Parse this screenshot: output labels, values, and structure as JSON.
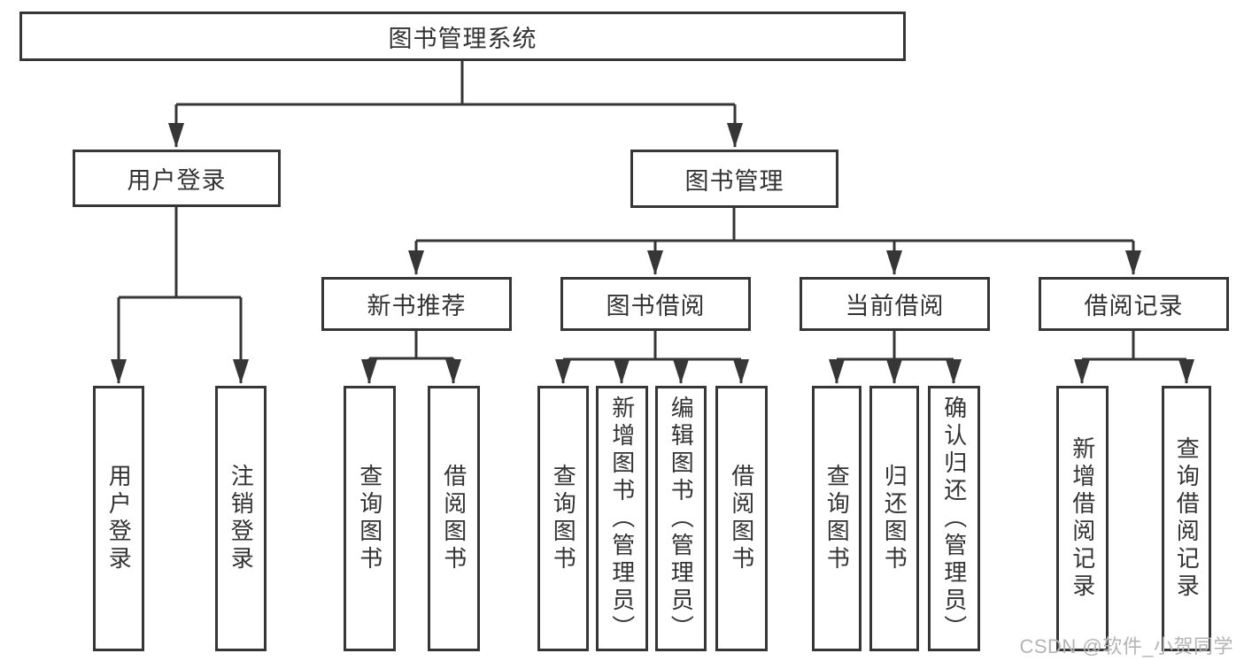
{
  "diagram": {
    "tree": {
      "label": "图书管理系统",
      "children": [
        {
          "label": "用户登录",
          "children": [
            {
              "label": "用户登录"
            },
            {
              "label": "注销登录"
            }
          ]
        },
        {
          "label": "图书管理",
          "children": [
            {
              "label": "新书推荐",
              "children": [
                {
                  "label": "查询图书"
                },
                {
                  "label": "借阅图书"
                }
              ]
            },
            {
              "label": "图书借阅",
              "children": [
                {
                  "label": "查询图书"
                },
                {
                  "label": "新增图书（管理员）"
                },
                {
                  "label": "编辑图书（管理员）"
                },
                {
                  "label": "借阅图书"
                }
              ]
            },
            {
              "label": "当前借阅",
              "children": [
                {
                  "label": "查询图书"
                },
                {
                  "label": "归还图书"
                },
                {
                  "label": "确认归还（管理员）"
                }
              ]
            },
            {
              "label": "借阅记录",
              "children": [
                {
                  "label": "新增借阅记录"
                },
                {
                  "label": "查询借阅记录"
                }
              ]
            }
          ]
        }
      ]
    }
  },
  "watermark": {
    "text": "CSDN @软件_小贺同学",
    "color": "#b4b4b4"
  },
  "colors": {
    "line": "#363636",
    "text": "#333333",
    "background": "#ffffff"
  }
}
